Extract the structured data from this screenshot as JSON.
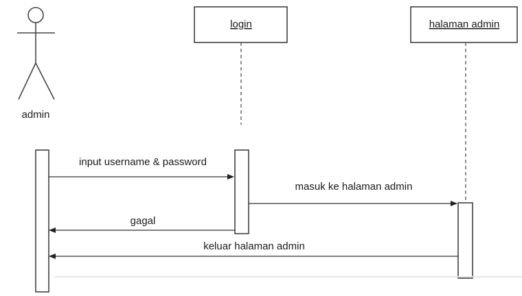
{
  "actors": [
    {
      "id": "admin",
      "label": "admin"
    }
  ],
  "objects": [
    {
      "id": "login",
      "label": "login"
    },
    {
      "id": "halaman-admin",
      "label": "halaman admin"
    }
  ],
  "messages": [
    {
      "from": "admin",
      "to": "login",
      "label": "input username & password",
      "kind": "call"
    },
    {
      "from": "login",
      "to": "halaman-admin",
      "label": "masuk ke halaman admin",
      "kind": "call"
    },
    {
      "from": "login",
      "to": "admin",
      "label": "gagal",
      "kind": "return"
    },
    {
      "from": "halaman-admin",
      "to": "admin",
      "label": "keluar halaman admin",
      "kind": "return"
    }
  ]
}
